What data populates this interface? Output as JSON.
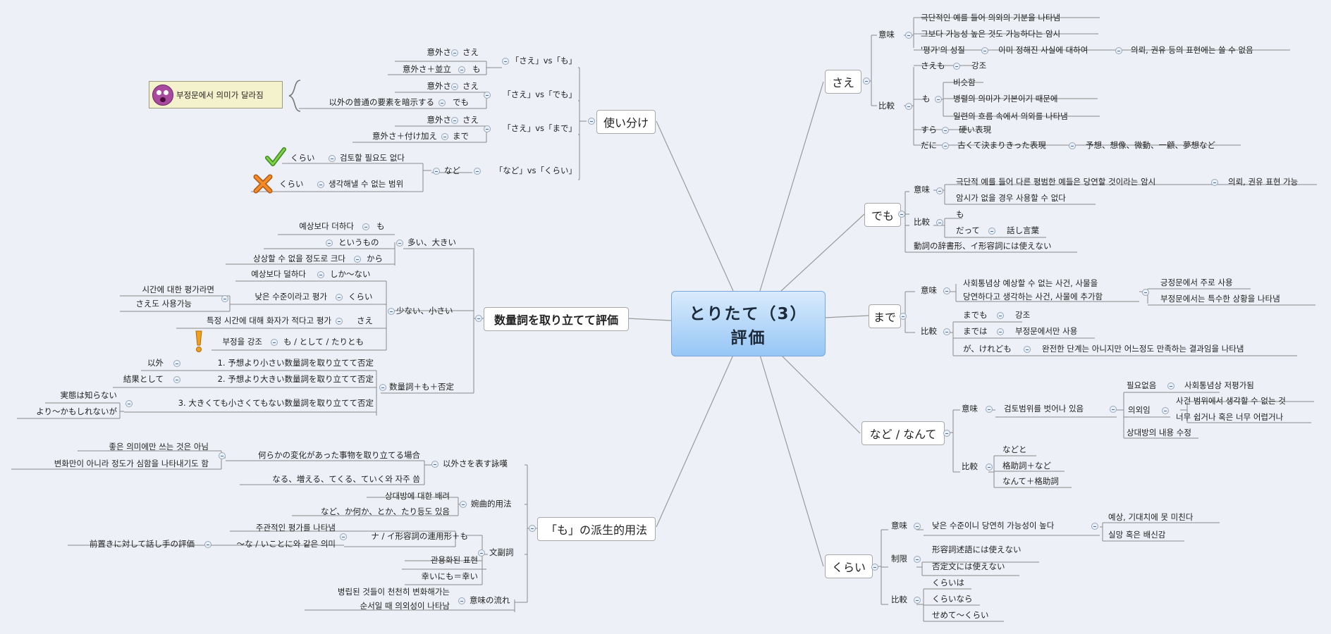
{
  "central": {
    "line1": "とりたて（3）",
    "line2": "評価"
  },
  "branches": {
    "sae": {
      "title": "さえ",
      "imi": "意味",
      "imi_items": [
        "극단적인 예를 들어 의외의 기분을 나타냄",
        "그보다 가능성 높은 것도 가능하다는 암시",
        "'평가'의 성질"
      ],
      "imi_sub": "이미 정해진 사실에 대하여",
      "imi_sub2": "의뢰, 권유 등의 표현에는 쓸 수 없음",
      "hikaku": "比較",
      "saemo": "さえも",
      "saemo_sub": "강조",
      "mo": "も",
      "mo_items": [
        "비슷함",
        "병렬의 의미가 기본이기 때문에",
        "일련의 흐름 속에서 의외를 나타냄"
      ],
      "sura": "すら",
      "sura_sub": "硬い表現",
      "dani": "だに",
      "dani_sub": "古くて決まりきった表現",
      "dani_sub2": "予想、想像、微動、一顧、夢想など"
    },
    "demo": {
      "title": "でも",
      "imi": "意味",
      "imi_items": [
        "극단적 예를 들어 다른 평범한 예들은 당연할 것이라는 암시",
        "암시가 없을 경우 사용할 수 없다"
      ],
      "imi_sub": "의뢰, 권유 표현 가능",
      "hikaku": "比較",
      "hikaku_items": [
        "も",
        "だって"
      ],
      "datte_sub": "話し言葉",
      "note": "動詞の辞書形、イ形容詞には使えない"
    },
    "made": {
      "title": "まで",
      "imi": "意味",
      "imi_items": [
        "사회통념상 예상할 수 없는 사건, 사물을",
        "당연하다고 생각하는 사건, 사물에 추가함"
      ],
      "imi_subs": [
        "긍정문에서 주로 사용",
        "부정문에서는 특수한 상황을 나타냄"
      ],
      "hikaku": "比較",
      "hikaku_items": [
        "までも",
        "までは",
        "が、けれども"
      ],
      "hikaku_subs": [
        "강조",
        "부정문에서만 사용",
        "완전한 단계는 아니지만 어느정도 만족하는 결과임을 나타냄"
      ]
    },
    "nado": {
      "title": "など / なんて",
      "imi": "意味",
      "imi_item": "검토범위를 벗어나 있음",
      "imi_subs": [
        "필요없음",
        "의외임",
        "상대방의 내용 수정"
      ],
      "hitsuyou_sub": "사회통념상 저평가됨",
      "igai_subs": [
        "사건 범위에서 생각할 수 없는 것",
        "너무 쉽거나 혹은 너무 어렵거나"
      ],
      "hikaku": "比較",
      "hikaku_items": [
        "などと",
        "格助詞＋など",
        "なんて＋格助詞"
      ]
    },
    "kurai": {
      "title": "くらい",
      "imi": "意味",
      "imi_item": "낮은 수준이니 당연히 가능성이 높다",
      "imi_subs": [
        "예상, 기대치에 못 미친다",
        "실망 혹은 배신감"
      ],
      "seigen": "制限",
      "seigen_items": [
        "形容詞述語には使えない",
        "否定文には使えない"
      ],
      "hikaku": "比較",
      "hikaku_items": [
        "くらいは",
        "くらいなら",
        "せめて～くらい"
      ]
    },
    "tsukaiwake": {
      "title": "使い分け",
      "pairs": [
        "「さえ」vs「も」",
        "「さえ」vs「でも」",
        "「さえ」vs「まで」",
        "「など」vs「くらい」"
      ],
      "p1": [
        [
          "意外さ",
          "さえ"
        ],
        [
          "意外さ＋並立",
          "も"
        ]
      ],
      "p2": [
        [
          "意外さ",
          "さえ"
        ],
        [
          "以外の普通の要素を暗示する",
          "でも"
        ]
      ],
      "p3": [
        [
          "意外さ",
          "さえ"
        ],
        [
          "意外さ＋付け加え",
          "まで"
        ]
      ],
      "p4_mid": "など",
      "p4": [
        [
          "くらい",
          "검토할 필요도 없다"
        ],
        [
          "くらい",
          "생각해낼 수 없는 범위"
        ]
      ],
      "note": "부정문에서 의미가 달라짐"
    },
    "suuryou": {
      "title": "数量詞を取り立てて評価",
      "g1": "多い、大きい",
      "g1_items": [
        [
          "예상보다 더하다",
          "も"
        ],
        [
          "",
          "というもの"
        ],
        [
          "상상할 수 없을 정도로 크다",
          "から"
        ]
      ],
      "g2": "少ない、小さい",
      "g2_items": [
        [
          "예상보다 덜하다",
          "しか～ない"
        ],
        [
          "낮은 수준이라고 평가",
          "くらい"
        ],
        [
          "특정 시간에 대해 화자가 적다고 평가",
          "さえ"
        ],
        [
          "부정을 강조",
          "も / として / たりとも"
        ]
      ],
      "g2_note": [
        "시간에 대한 평가라면",
        "さえ도 사용가능"
      ],
      "g3": "数量詞＋も＋否定",
      "g3_items": [
        "1. 予想より小さい数量詞を取り立てて否定",
        "2. 予想より大きい数量詞を取り立てて否定",
        "3. 大きくても小さくてもない数量詞を取り立てて否定"
      ],
      "g3_left": [
        "以外",
        "結果として"
      ],
      "g3_left3": [
        "実態は知らない",
        "より～かもしれないが"
      ]
    },
    "hasei": {
      "title": "「も」の派生的用法",
      "g1": "以外さを表す詠嘆",
      "g1_sub": "何らかの変化があった事物を取り立てる場合",
      "g1_subsub": [
        "좋은 의미에만 쓰는 것은 아님",
        "변화만이 아니라 정도가 심함을 나타내기도 함"
      ],
      "g1_sub2": "なる、増える、てくる、ていく와 자주 씀",
      "g2": "婉曲的用法",
      "g2_items": [
        "상대방에 대한 배려",
        "など、か何か、とか、たり등도 있음"
      ],
      "g3": "文副詞",
      "g3_sub": "ナ / イ形容詞の連用形＋も",
      "g3_subsub": [
        "주관적인 평가를 나타냄",
        "～な / いことに와 같은 의미"
      ],
      "g3_far": "前置きに対して話し手の評価",
      "g3_items": [
        "관용화된 표현",
        "幸いにも＝幸い"
      ],
      "g4": "意味の流れ",
      "g4_items": [
        "병립된 것들이 천천히 변화해가는",
        "순서일 때 의외성이 나타남"
      ]
    }
  }
}
